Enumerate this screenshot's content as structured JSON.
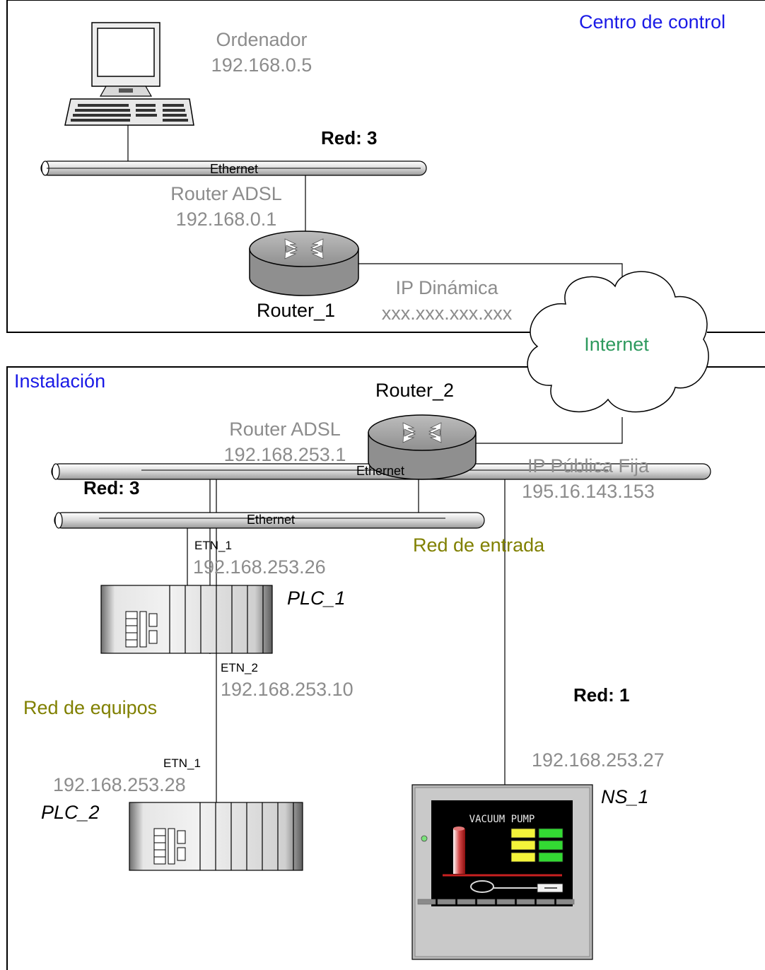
{
  "zones": {
    "control_center": "Centro de control",
    "installation": "Instalación"
  },
  "internet": {
    "label": "Internet"
  },
  "computer": {
    "name": "Ordenador",
    "ip": "192.168.0.5"
  },
  "router_1": {
    "name": "Router_1",
    "type": "Router ADSL",
    "ip": "192.168.0.1",
    "wan_type": "IP Dinámica",
    "wan_ip": "xxx.xxx.xxx.xxx"
  },
  "router_2": {
    "name": "Router_2",
    "type": "Router ADSL",
    "ip": "192.168.253.1",
    "wan_type": "IP Pública Fija",
    "wan_ip": "195.16.143.153"
  },
  "networks": {
    "control": {
      "red": "Red: 3",
      "bus": "Ethernet"
    },
    "entrada": {
      "red": "Red: 3",
      "bus": "Ethernet",
      "name": "Red de entrada"
    },
    "equipos": {
      "red": "Red: 1",
      "bus": "Ethernet",
      "name": "Red de equipos"
    }
  },
  "plc_1": {
    "name": "PLC_1",
    "port_1": "ETN_1",
    "ip_1": "192.168.253.26",
    "port_2": "ETN_2",
    "ip_2": "192.168.253.10"
  },
  "plc_2": {
    "name": "PLC_2",
    "port": "ETN_1",
    "ip": "192.168.253.28"
  },
  "ns_1": {
    "name": "NS_1",
    "ip": "192.168.253.27",
    "screen_title": "VACUUM PUMP"
  },
  "colors": {
    "frame": "#000000",
    "label_gray": "#8c8c8c",
    "zone_blue": "#1a1ae6",
    "network_olive": "#808000",
    "internet_green": "#2e9a5e"
  }
}
